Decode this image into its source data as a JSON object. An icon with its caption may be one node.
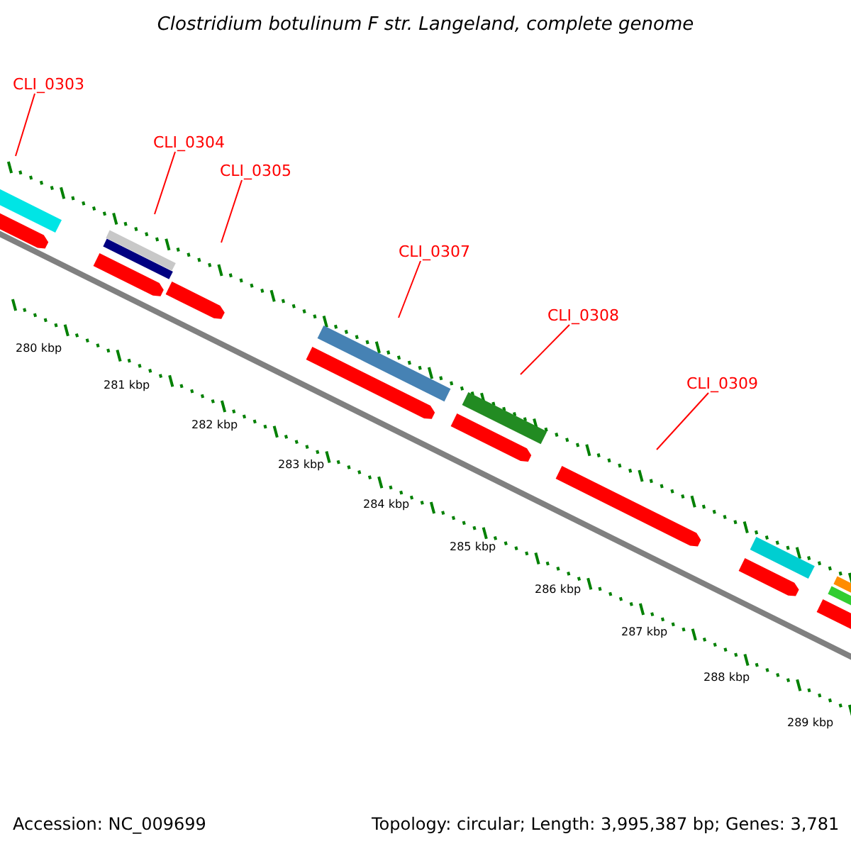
{
  "diagram": {
    "title": "Clostridium botulinum F str. Langeland, complete genome",
    "nodes": [
      {
        "text": [
          "CLI_0303"
        ]
      },
      {
        "text": [
          "CLI_0304"
        ]
      },
      {
        "text": [
          "CLI_0305"
        ]
      },
      {
        "text": [
          "CLI_0307"
        ]
      },
      {
        "text": [
          "CLI_0308"
        ]
      },
      {
        "text": [
          "CLI_0309"
        ]
      }
    ],
    "edges": [
      {
        "from": 0,
        "to": null,
        "arrow": "none"
      },
      {
        "from": 1,
        "to": null,
        "arrow": "none"
      },
      {
        "from": 2,
        "to": null,
        "arrow": "none"
      },
      {
        "from": 3,
        "to": null,
        "arrow": "none"
      },
      {
        "from": 4,
        "to": null,
        "arrow": "none"
      },
      {
        "from": 5,
        "to": null,
        "arrow": "none"
      }
    ],
    "labels": [
      "280 kbp",
      "281 kbp",
      "282 kbp",
      "283 kbp",
      "284 kbp",
      "285 kbp",
      "286 kbp",
      "287 kbp",
      "288 kbp",
      "289 kbp",
      "Accession: NC_009699",
      "Topology: circular; Length: 3,995,387 bp; Genes: 3,781"
    ]
  }
}
